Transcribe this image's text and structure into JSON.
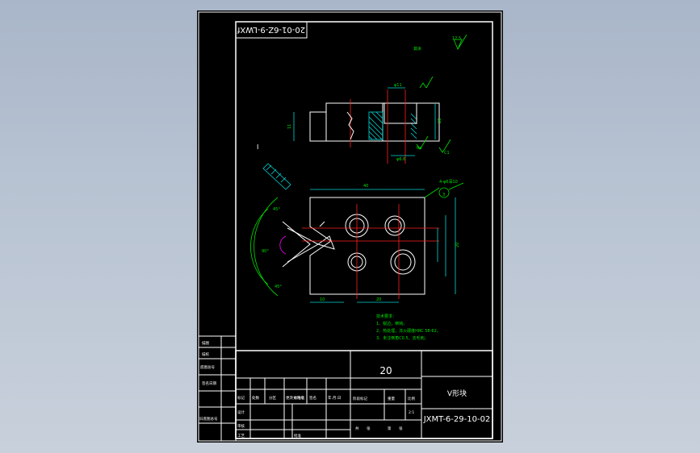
{
  "drawing": {
    "code_rotated": "20-01-6Z-9-LWXf",
    "surface_note": "其余",
    "roughness_top": "12.5",
    "dim_top_right": "Ra",
    "dim_width": "40",
    "dim_height": "20",
    "dim_left": "10",
    "dim_bottom": "20",
    "chamfer": "C1",
    "angle_label": "90°",
    "notes_title": "技术要求：",
    "notes": [
      "1、锐边，倒钝。",
      "2、热处理，淬火硬度HRC 58-62。",
      "3、未注倒角C0.5，去毛刺。"
    ],
    "section_mark": "I"
  },
  "title_block": {
    "quantity": "20",
    "part_name": "V形块",
    "drawing_number": "JXMT-6-29-10-02",
    "scale": "2:1",
    "row_labels_left": [
      "描图",
      "描校",
      "底图总号",
      "签名日期",
      "旧底图总号"
    ],
    "header_labels": [
      "标记",
      "处数",
      "分区",
      "更改文件号",
      "签名",
      "年.月.日"
    ],
    "design_labels": [
      "设计",
      "审核",
      "工艺"
    ],
    "std_label": "标准化",
    "approve_label": "批准",
    "stage_labels": [
      "阶段标记",
      "重量",
      "比例"
    ],
    "sheet_labels": [
      "共",
      "张",
      "第",
      "张"
    ]
  }
}
